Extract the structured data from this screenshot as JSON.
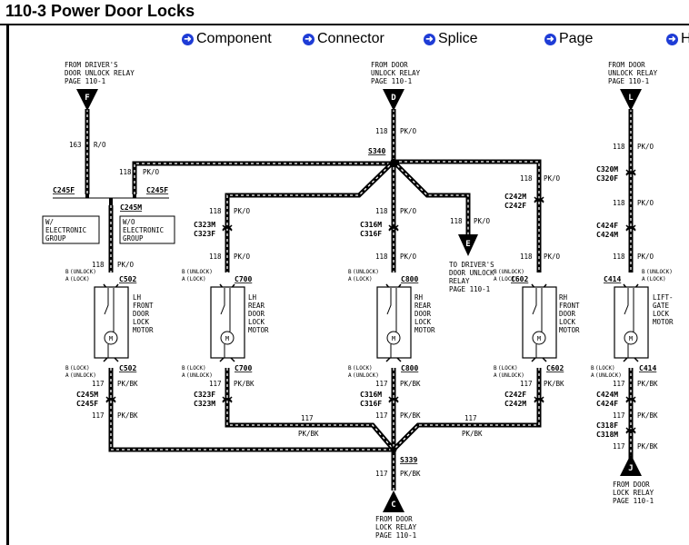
{
  "page": {
    "title": "110-3 Power Door Locks"
  },
  "nav": [
    {
      "label": "Component",
      "icon": "arrow-right-circle-icon"
    },
    {
      "label": "Connector",
      "icon": "arrow-right-circle-icon"
    },
    {
      "label": "Splice",
      "icon": "arrow-right-circle-icon"
    },
    {
      "label": "Page",
      "icon": "arrow-right-circle-icon"
    },
    {
      "label": "H",
      "icon": "arrow-right-circle-icon"
    }
  ],
  "colors": {
    "wire": "#000000",
    "nav_icon": "#1e3cd6"
  },
  "refs": {
    "F": {
      "letter": "F",
      "line1": "FROM  DRIVER'S",
      "line2": "DOOR UNLOCK RELAY",
      "page": "PAGE  110-1"
    },
    "D": {
      "letter": "D",
      "line1": "FROM  DOOR",
      "line2": "UNLOCK RELAY",
      "page": "PAGE  110-1"
    },
    "L": {
      "letter": "L",
      "line1": "FROM  DOOR",
      "line2": "UNLOCK RELAY",
      "page": "PAGE  110-1"
    },
    "E": {
      "letter": "E",
      "line1": "TO  DRIVER'S",
      "line2": "DOOR UNLOCK",
      "line3": "RELAY",
      "page": "PAGE  110-1"
    },
    "C": {
      "letter": "C",
      "line1": "FROM  DOOR",
      "line2": "LOCK RELAY",
      "page": "PAGE  110-1"
    },
    "J": {
      "letter": "J",
      "line1": "FROM  DOOR",
      "line2": "LOCK RELAY",
      "page": "PAGE  110-1"
    }
  },
  "wires": {
    "n118": "118",
    "c118": "PK/O",
    "n117": "117",
    "c117": "PK/BK",
    "n163": "163",
    "c163": "R/O"
  },
  "splices": {
    "s340": "S340",
    "s339": "S339"
  },
  "connectors": {
    "c245f": "C245F",
    "c245m": "C245M",
    "c323m": "C323M",
    "c323f": "C323F",
    "c316m": "C316M",
    "c316f": "C316F",
    "c242m": "C242M",
    "c242f": "C242F",
    "c320m": "C320M",
    "c320f": "C320F",
    "c424f": "C424F",
    "c424m": "C424M",
    "c318f": "C318F",
    "c318m": "C318M",
    "c502": "C502",
    "c700": "C700",
    "c800": "C800",
    "c602": "C602",
    "c414": "C414"
  },
  "groups": {
    "with": {
      "l1": "W/",
      "l2": "ELECTRONIC",
      "l3": "GROUP"
    },
    "without": {
      "l1": "W/O",
      "l2": "ELECTRONIC",
      "l3": "GROUP"
    }
  },
  "pins": {
    "top_a": "(UNLOCK)",
    "top_b": "(LOCK)",
    "bot_a": "(LOCK)",
    "bot_b": "(UNLOCK)",
    "pa": "B",
    "pb": "A"
  },
  "motor_symbol": "M",
  "motors": [
    {
      "l1": "LH",
      "l2": "FRONT",
      "l3": "DOOR",
      "l4": "LOCK",
      "l5": "MOTOR"
    },
    {
      "l1": "LH",
      "l2": "REAR",
      "l3": "DOOR",
      "l4": "LOCK",
      "l5": "MOTOR"
    },
    {
      "l1": "RH",
      "l2": "REAR",
      "l3": "DOOR",
      "l4": "LOCK",
      "l5": "MOTOR"
    },
    {
      "l1": "RH",
      "l2": "FRONT",
      "l3": "DOOR",
      "l4": "LOCK",
      "l5": "MOTOR"
    },
    {
      "l1": "LIFT-",
      "l2": "GATE",
      "l3": "LOCK",
      "l4": "MOTOR",
      "l5": ""
    }
  ]
}
